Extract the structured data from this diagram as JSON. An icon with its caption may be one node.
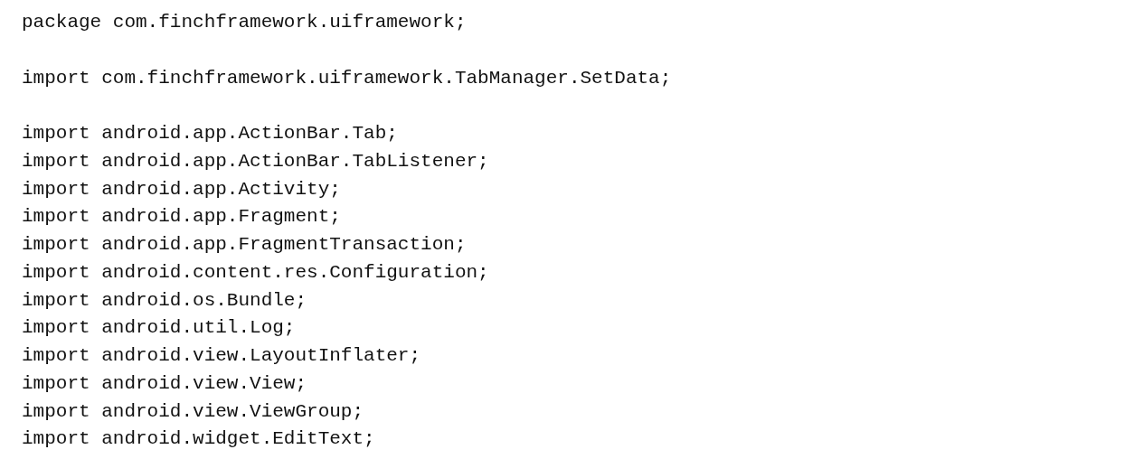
{
  "diagram": {
    "labels": [
      "package com.finchframework.uiframework;",
      "import com.finchframework.uiframework.TabManager.SetData;",
      "import android.app.ActionBar.Tab;",
      "import android.app.ActionBar.TabListener;",
      "import android.app.Activity;",
      "import android.app.Fragment;",
      "import android.app.FragmentTransaction;",
      "import android.content.res.Configuration;",
      "import android.os.Bundle;",
      "import android.util.Log;",
      "import android.view.LayoutInflater;",
      "import android.view.View;",
      "import android.view.ViewGroup;",
      "import android.widget.EditText;"
    ]
  }
}
